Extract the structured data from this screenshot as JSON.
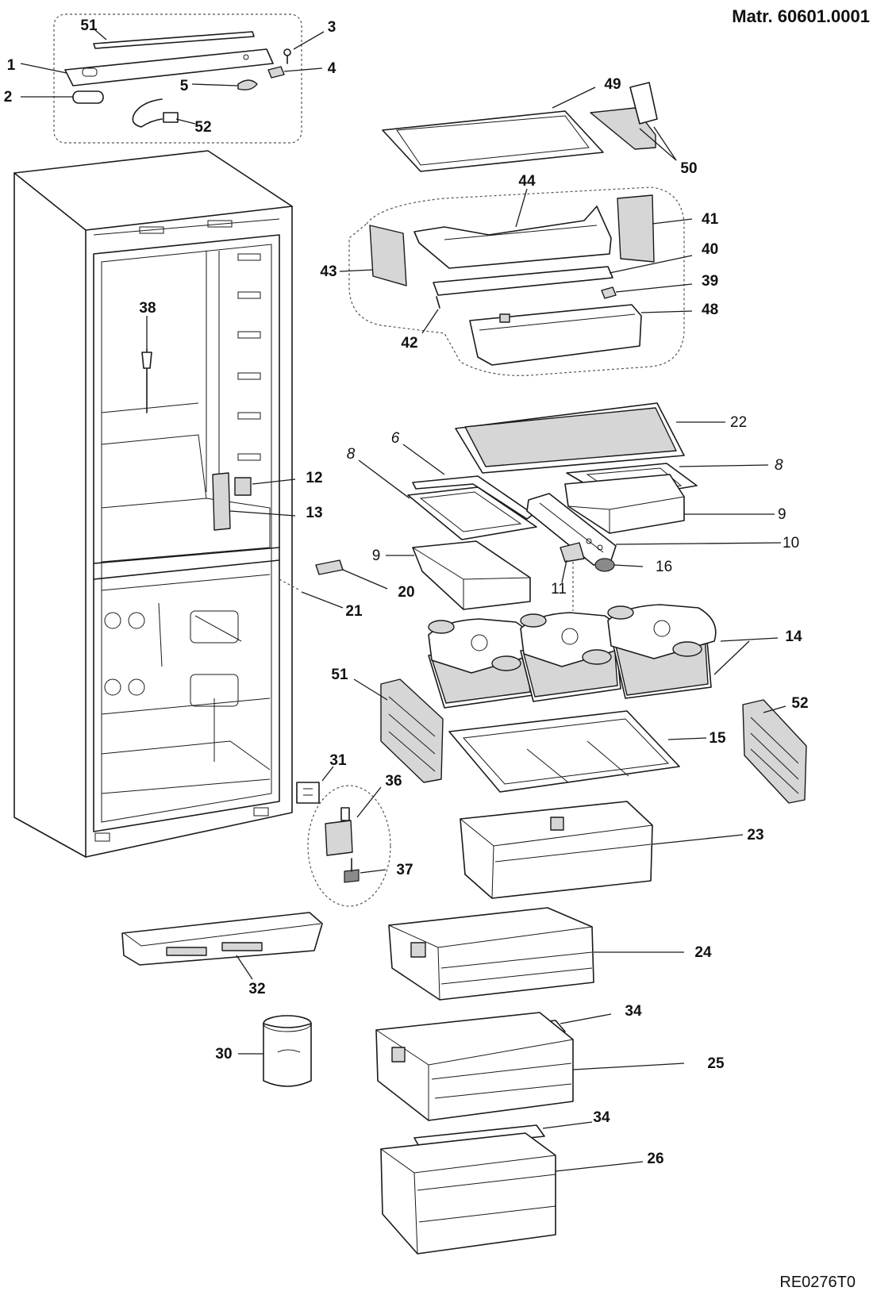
{
  "header": {
    "title": "Matr. 60601.0001"
  },
  "footer": {
    "code": "RE0276T0"
  },
  "callouts": {
    "c1": "1",
    "c2": "2",
    "c3": "3",
    "c4": "4",
    "c5": "5",
    "c51a": "51",
    "c52a": "52",
    "c49": "49",
    "c50": "50",
    "c44": "44",
    "c41": "41",
    "c43": "43",
    "c40": "40",
    "c39": "39",
    "c42": "42",
    "c48": "48",
    "c38": "38",
    "c22": "22",
    "c6": "6",
    "c8a": "8",
    "c8b": "8",
    "c9a": "9",
    "c9b": "9",
    "c10": "10",
    "c16": "16",
    "c11": "11",
    "c12": "12",
    "c13": "13",
    "c20": "20",
    "c21": "21",
    "c14": "14",
    "c15": "15",
    "c51b": "51",
    "c52b": "52",
    "c31": "31",
    "c36": "36",
    "c37": "37",
    "c23": "23",
    "c24": "24",
    "c32": "32",
    "c34a": "34",
    "c25": "25",
    "c30": "30",
    "c34b": "34",
    "c26": "26"
  }
}
